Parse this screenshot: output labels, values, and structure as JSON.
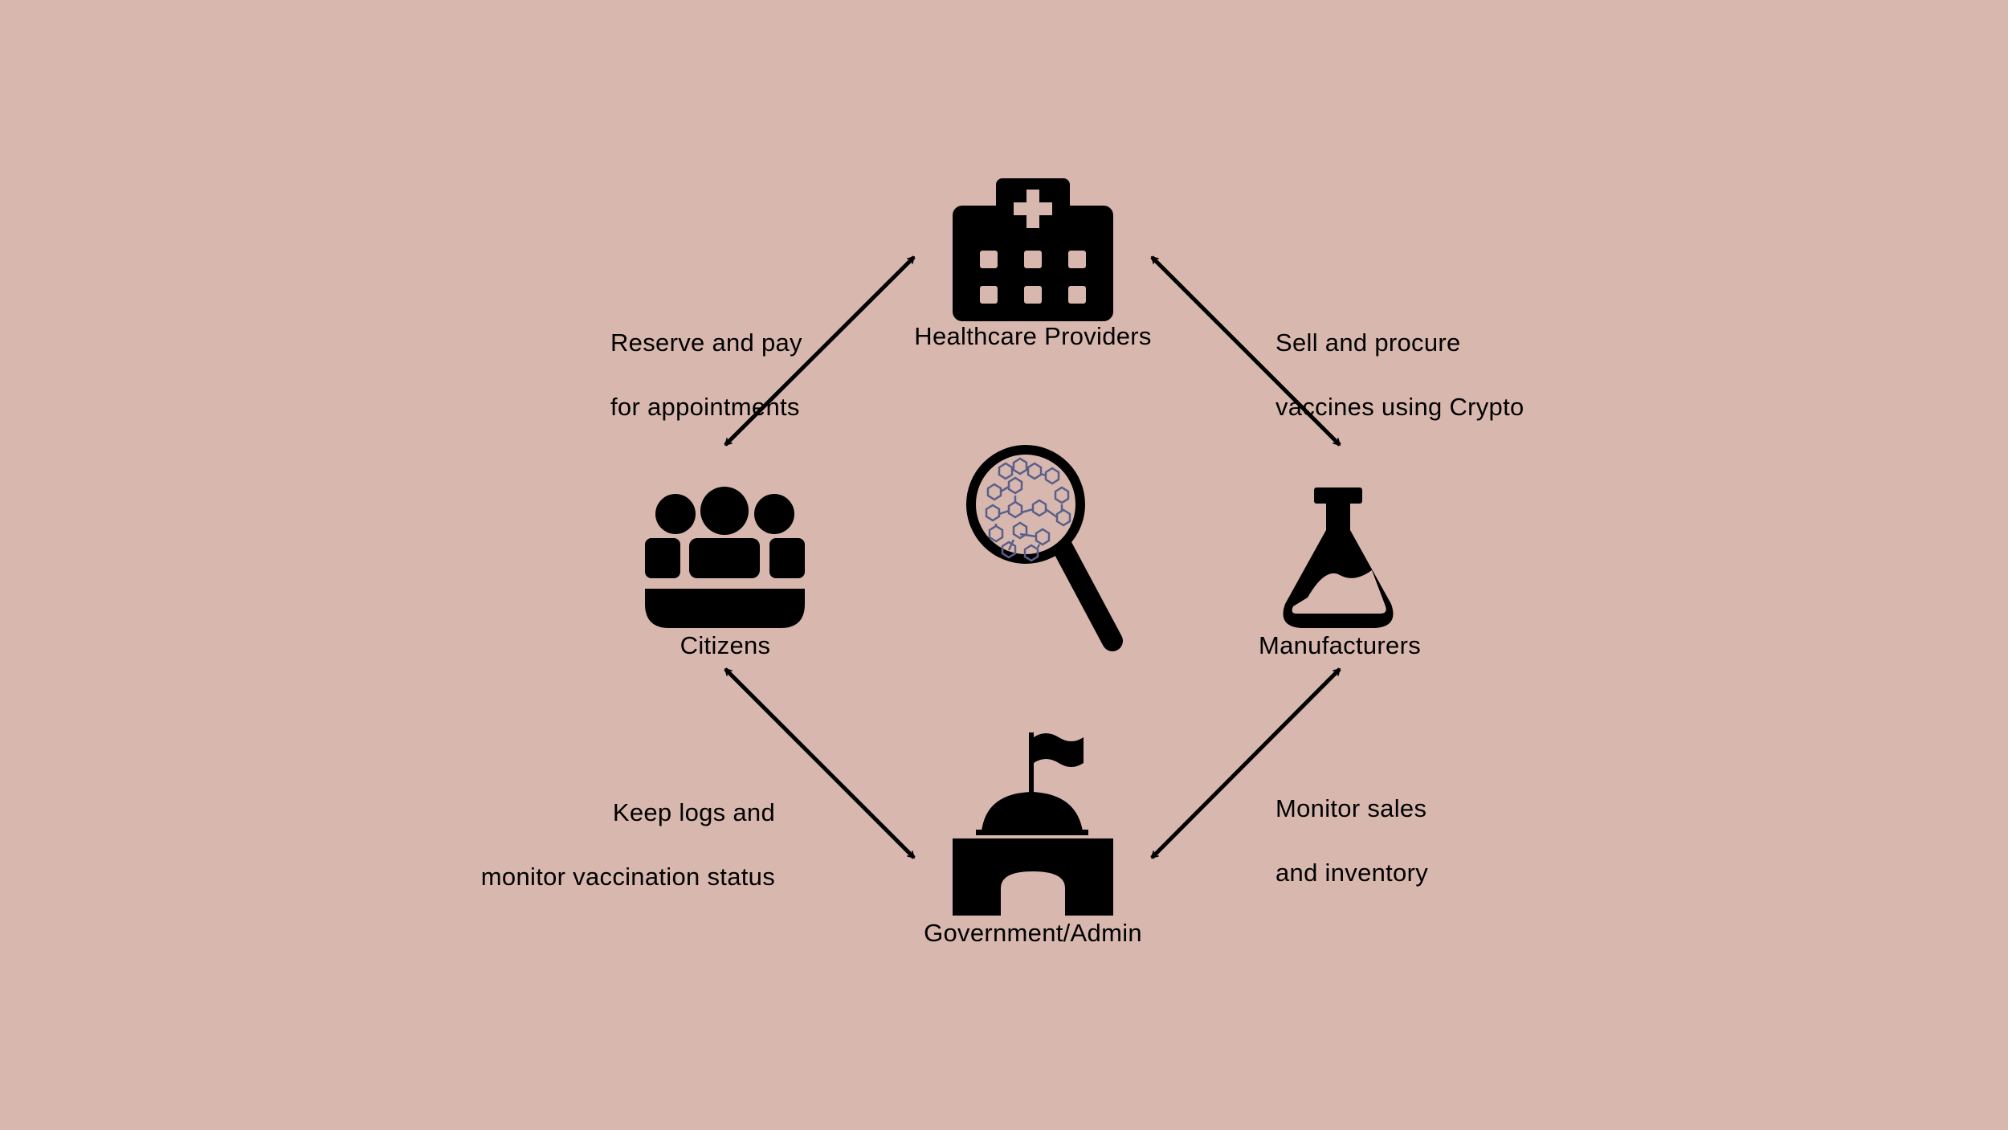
{
  "colors": {
    "background": "#d8b8ae",
    "ink": "#000000",
    "network": "#5a5f8a"
  },
  "nodes": {
    "healthcare": {
      "label": "Healthcare Providers",
      "icon": "hospital-icon"
    },
    "citizens": {
      "label": "Citizens",
      "icon": "people-group-icon"
    },
    "manufacturers": {
      "label": "Manufacturers",
      "icon": "flask-icon"
    },
    "government": {
      "label": "Government/Admin",
      "icon": "government-building-icon"
    },
    "center": {
      "icon": "magnifier-blockchain-icon"
    }
  },
  "edges": {
    "citizens_healthcare": {
      "line1": "Reserve and pay",
      "line2": "for appointments"
    },
    "healthcare_manufacturers": {
      "line1": "Sell and procure",
      "line2": "vaccines using Crypto"
    },
    "citizens_government": {
      "line1": "Keep logs and",
      "line2": "monitor vaccination status"
    },
    "manufacturers_government": {
      "line1": "Monitor sales",
      "line2": "and inventory"
    }
  }
}
